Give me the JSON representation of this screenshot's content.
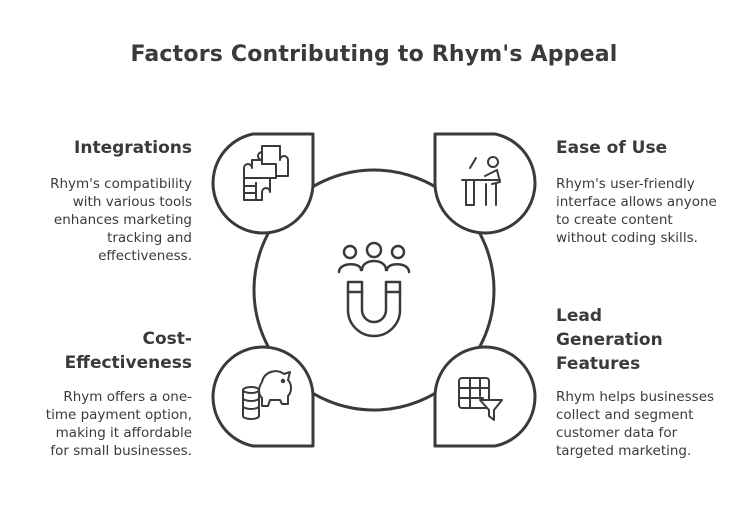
{
  "title": "Factors Contributing to Rhym's Appeal",
  "factors": [
    {
      "heading": "Integrations",
      "description": "Rhym's compatibility with various tools enhances marketing tracking and effectiveness.",
      "icon": "puzzle-icon"
    },
    {
      "heading": "Ease of Use",
      "description": "Rhym's user-friendly interface allows anyone to create content without coding skills.",
      "icon": "person-at-desk-icon"
    },
    {
      "heading": "Cost-Effectiveness",
      "description": "Rhym offers a one-time payment option, making it affordable for small businesses.",
      "icon": "piggy-bank-icon"
    },
    {
      "heading": "Lead Generation Features",
      "description": "Rhym helps businesses collect and segment customer data for targeted marketing.",
      "icon": "table-filter-icon"
    }
  ],
  "center_icon": "magnet-people-icon",
  "colors": {
    "stroke": "#3a3a3a",
    "background": "#ffffff"
  }
}
